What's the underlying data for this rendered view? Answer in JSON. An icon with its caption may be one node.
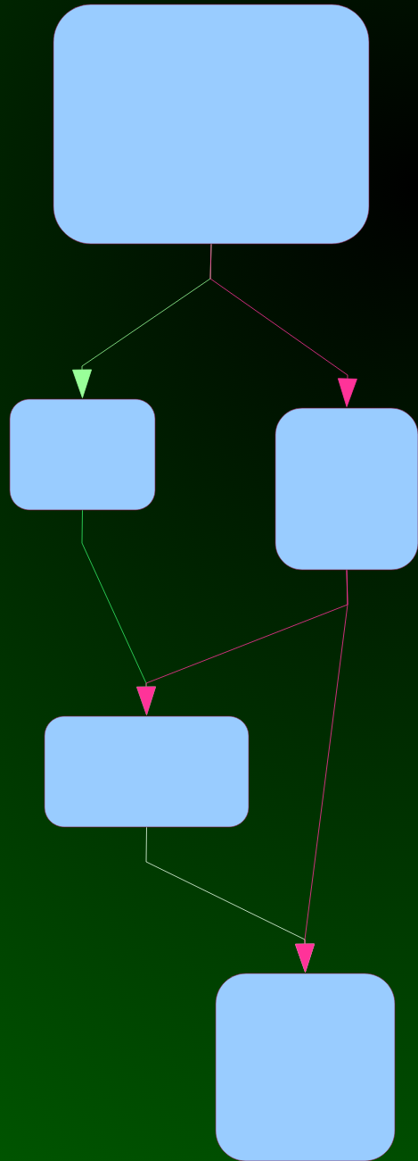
{
  "diagram": {
    "nodes": [
      {
        "text": [],
        "shape": "box"
      },
      {
        "text": [],
        "shape": "box"
      },
      {
        "text": [],
        "shape": "box"
      },
      {
        "text": [],
        "shape": "box"
      },
      {
        "text": [],
        "shape": "box"
      }
    ],
    "edges": [
      {
        "from": 0,
        "to": 1,
        "arrow": "to",
        "color": "#99ff99"
      },
      {
        "from": 0,
        "to": 2,
        "arrow": "to"
      },
      {
        "from": 1,
        "to": 3,
        "arrow": "to",
        "color": "#33ee66"
      },
      {
        "from": 3,
        "to": 4,
        "arrow": "to",
        "color": "#e8ffe8"
      },
      {
        "from": 2,
        "to": 3,
        "arrow": "to"
      },
      {
        "from": 2,
        "to": 4,
        "arrow": "to"
      }
    ]
  }
}
